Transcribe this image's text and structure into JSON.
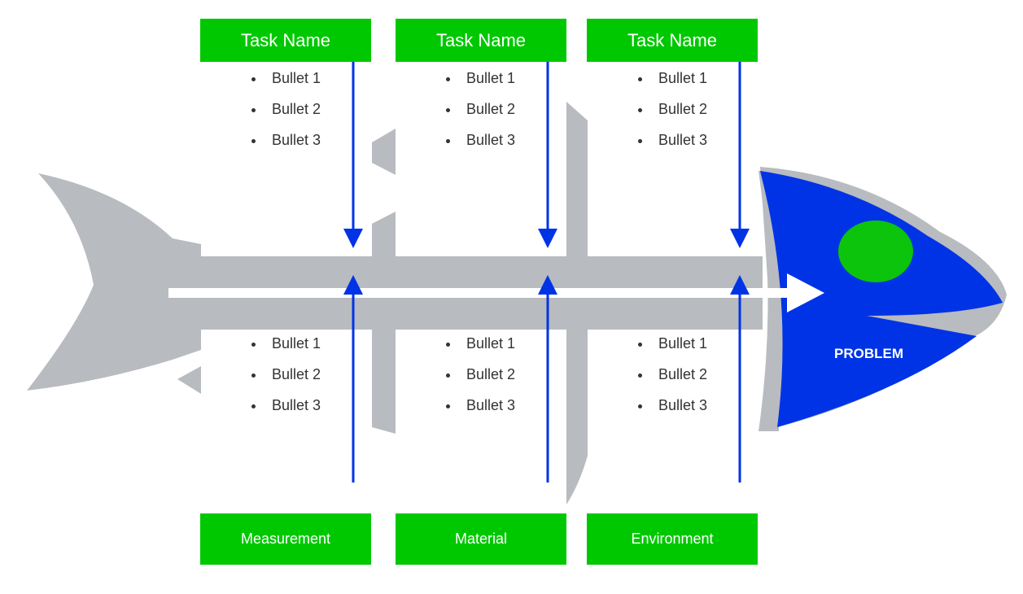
{
  "colors": {
    "skeleton": "#b8bbbf",
    "head": "#0033e6",
    "eye": "#0bc40b",
    "label_box": "#00c800",
    "arrow": "#0033e6",
    "spine_arrow": "#ffffff"
  },
  "problem": {
    "label": "PROBLEM"
  },
  "top_categories": [
    {
      "title": "Task Name",
      "bullets": [
        "Bullet 1",
        "Bullet 2",
        "Bullet 3"
      ]
    },
    {
      "title": "Task Name",
      "bullets": [
        "Bullet 1",
        "Bullet 2",
        "Bullet 3"
      ]
    },
    {
      "title": "Task Name",
      "bullets": [
        "Bullet 1",
        "Bullet 2",
        "Bullet 3"
      ]
    }
  ],
  "bottom_categories": [
    {
      "title": "Measurement",
      "bullets": [
        "Bullet 1",
        "Bullet 2",
        "Bullet 3"
      ]
    },
    {
      "title": "Material",
      "bullets": [
        "Bullet 1",
        "Bullet 2",
        "Bullet 3"
      ]
    },
    {
      "title": "Environment",
      "bullets": [
        "Bullet 1",
        "Bullet 2",
        "Bullet 3"
      ]
    }
  ]
}
